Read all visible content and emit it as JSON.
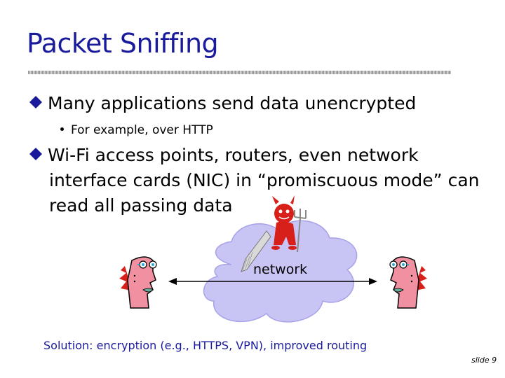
{
  "slide": {
    "title": "Packet Sniffing",
    "bullets": [
      {
        "text": "Many applications send data unencrypted",
        "subbullets": [
          "For example, over HTTP"
        ]
      },
      {
        "lines": [
          "Wi-Fi access points, routers, even network",
          "interface cards (NIC) in “promiscuous mode” can",
          "read all passing data"
        ]
      }
    ],
    "diagram": {
      "cloud_label": "network",
      "left_figure": "person-icon",
      "right_figure": "person-icon",
      "eavesdropper": "devil-icon"
    },
    "solution": "Solution: encryption (e.g., HTTPS, VPN), improved routing",
    "slide_number": "slide 9"
  },
  "colors": {
    "title": "#1a1a9c",
    "bullet_diamond": "#1a1a9c",
    "cloud": "#c8c4f4",
    "devil": "#d8201a",
    "face": "#f090a0"
  }
}
